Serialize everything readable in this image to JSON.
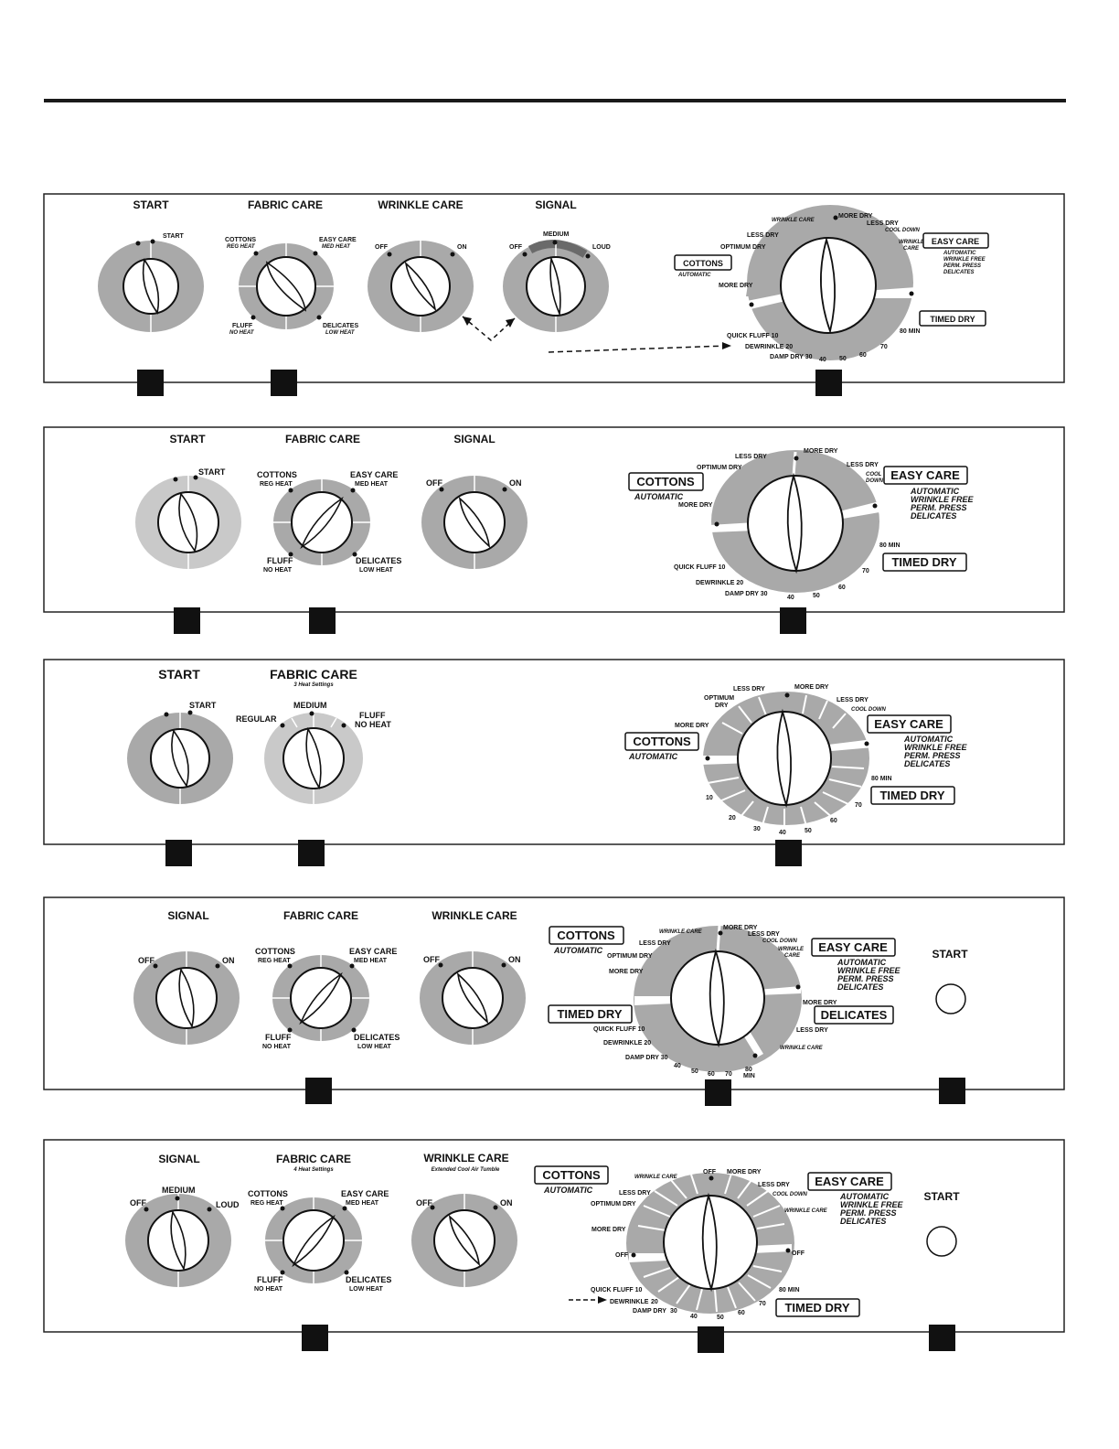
{
  "labels": {
    "start": "START",
    "fabric_care": "FABRIC CARE",
    "wrinkle_care": "WRINKLE CARE",
    "signal": "SIGNAL",
    "off": "OFF",
    "on": "ON",
    "medium": "MEDIUM",
    "loud": "LOUD",
    "cottons": "COTTONS",
    "reg_heat": "REG  HEAT",
    "easy_care": "EASY CARE",
    "med_heat": "MED  HEAT",
    "fluff": "FLUFF",
    "no_heat": "NO HEAT",
    "delicates": "DELICATES",
    "low_heat": "LOW HEAT",
    "automatic": "AUTOMATIC",
    "wrinkle_free": "WRINKLE FREE",
    "perm_press": "PERM. PRESS",
    "timed_dry": "TIMED DRY",
    "more_dry": "MORE DRY",
    "less_dry": "LESS DRY",
    "optimum_dry": "OPTIMUM DRY",
    "optimum": "OPTIMUM",
    "dry": "DRY",
    "cool_down": "COOL DOWN",
    "cool": "COOL",
    "down": "DOWN",
    "wrinkle": "WRINKLE",
    "care": "CARE",
    "quick_fluff_10": "QUICK FLUFF 10",
    "dewrinkle_20": "DEWRINKLE 20",
    "dewrinkle": "DEWRINKLE",
    "damp_dry_30": "DAMP DRY 30",
    "damp_dry": "DAMP DRY",
    "n10": "10",
    "n20": "20",
    "n30": "30",
    "n40": "40",
    "n50": "50",
    "n60": "60",
    "n70": "70",
    "n80": "80",
    "min": "MIN",
    "n80_min": "80 MIN",
    "heat_settings_3": "3 Heat Settings",
    "heat_settings_4": "4 Heat Settings",
    "regular": "REGULAR",
    "extended_cool": "Extended Cool Air Tumble"
  },
  "colors": {
    "ring": "#a9a9a9",
    "ring_light": "#c9c9c9",
    "ring_dark": "#8f8f8f",
    "signal_arc": "#6a6a6a",
    "ink": "#111111"
  }
}
